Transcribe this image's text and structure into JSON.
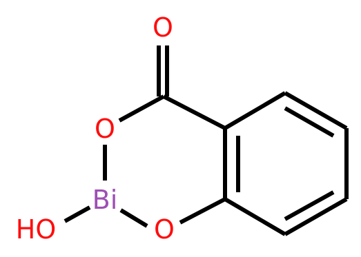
{
  "atoms": {
    "carbonyl_oxygen": {
      "text": "O",
      "color": "#ff0d0d"
    },
    "ring_oxygen_upper": {
      "text": "O",
      "color": "#ff0d0d"
    },
    "bismuth": {
      "text": "Bi",
      "color": "#9e4fb5"
    },
    "ring_oxygen_lower": {
      "text": "O",
      "color": "#ff0d0d"
    },
    "hydroxyl": {
      "text": "HO",
      "color": "#ff0d0d"
    }
  },
  "bond_color": "#000000"
}
